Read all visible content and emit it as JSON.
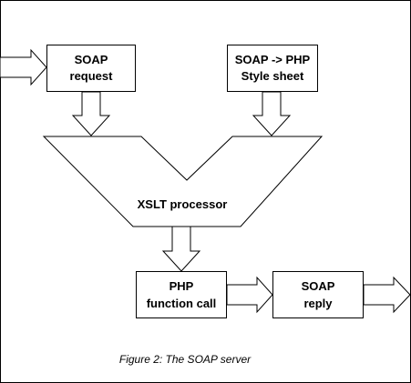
{
  "diagram": {
    "soap_request": {
      "line1": "SOAP",
      "line2": "request"
    },
    "stylesheet": {
      "line1": "SOAP -> PHP",
      "line2": "Style sheet"
    },
    "processor": {
      "label": "XSLT processor"
    },
    "php_call": {
      "line1": "PHP",
      "line2": "function call"
    },
    "soap_reply": {
      "line1": "SOAP",
      "line2": "reply"
    },
    "caption": "Figure 2: The SOAP server"
  }
}
